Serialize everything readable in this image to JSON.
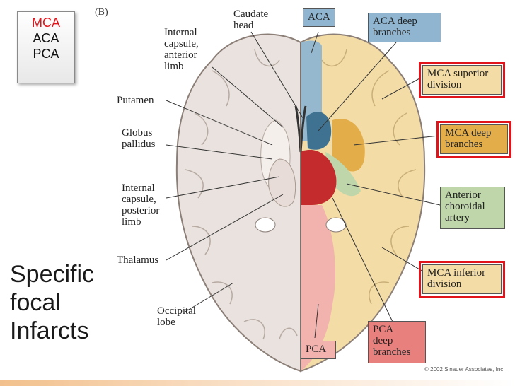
{
  "menu": {
    "items": [
      {
        "label": "MCA",
        "color": "#e0141a"
      },
      {
        "label": "ACA",
        "color": "#111111"
      },
      {
        "label": "PCA",
        "color": "#111111"
      }
    ]
  },
  "title": "Specific\nfocal\nInfarcts",
  "panel_letter": "(B)",
  "labels": {
    "caudate_head": "Caudate\nhead",
    "internal_capsule_anterior": "Internal\ncapsule,\nanterior\nlimb",
    "putamen": "Putamen",
    "globus_pallidus": "Globus\npallidus",
    "internal_capsule_posterior": "Internal\ncapsule,\nposterior\nlimb",
    "thalamus": "Thalamus",
    "occipital_lobe": "Occipital\nlobe"
  },
  "territories": {
    "aca": {
      "label": "ACA",
      "color": "#8fb5d0"
    },
    "aca_deep": {
      "label": "ACA deep\nbranches",
      "color": "#8fb5d0"
    },
    "mca_superior": {
      "label": "MCA superior\ndivision",
      "color": "#f3dca6"
    },
    "mca_deep": {
      "label": "MCA deep\nbranches",
      "color": "#e3ad4a"
    },
    "anterior_choroidal": {
      "label": "Anterior\nchoroidal\nartery",
      "color": "#bfd6ab"
    },
    "mca_inferior": {
      "label": "MCA inferior\ndivision",
      "color": "#f3dca6"
    },
    "pca_deep": {
      "label": "PCA\ndeep\nbranches",
      "color": "#e8817e"
    },
    "pca": {
      "label": "PCA",
      "color": "#f2b2ae"
    }
  },
  "highlight_color": "#e0141a",
  "copyright": "© 2002 Sinauer Associates, Inc."
}
